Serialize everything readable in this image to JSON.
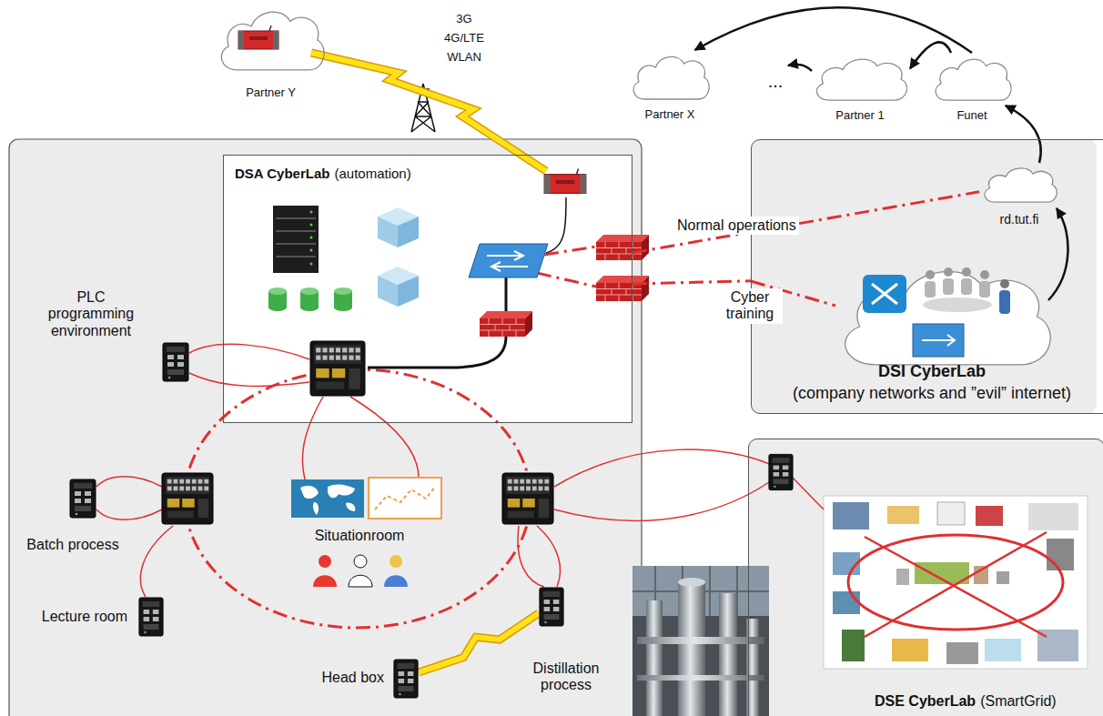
{
  "diagram": {
    "nodes": [
      {
        "text": [
          "Partner Y"
        ]
      },
      {
        "text": [
          "Partner X"
        ]
      },
      {
        "text": [
          "Partner 1"
        ]
      },
      {
        "text": [
          "Funet"
        ]
      },
      {
        "text": [
          "DSA CyberLab",
          "(automation)"
        ]
      },
      {
        "text": [
          "DSI CyberLab",
          "(company networks and ”evil” internet)"
        ]
      },
      {
        "text": [
          "rd.tut.fi"
        ],
        "in": 5
      },
      {
        "text": [
          "PLC programming environment"
        ]
      },
      {
        "text": [
          "Batch process"
        ]
      },
      {
        "text": [
          "Lecture room"
        ]
      },
      {
        "text": [
          "Head box"
        ]
      },
      {
        "text": [
          "Distillation process"
        ]
      },
      {
        "text": [
          "DSE CyberLab",
          "(SmartGrid)"
        ]
      }
    ],
    "edges": [
      {
        "from": 3,
        "to": 1,
        "arrow": "to"
      },
      {
        "from": 3,
        "to": 2,
        "arrow": "to"
      },
      {
        "from": 6,
        "to": 3,
        "arrow": "to"
      },
      {
        "from": 4,
        "to": 6,
        "label": "Normal operations",
        "arrow": "none"
      },
      {
        "from": 4,
        "to": 5,
        "label": "Cyber training",
        "arrow": "none"
      },
      {
        "from": 10,
        "to": 11,
        "arrow": "none"
      }
    ],
    "labels": [
      "3G 4G/LTE WLAN",
      "...",
      "Situationroom"
    ]
  }
}
